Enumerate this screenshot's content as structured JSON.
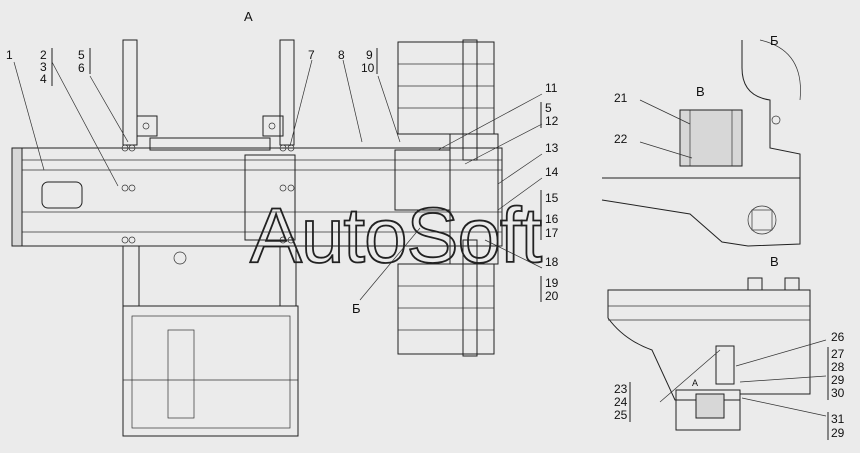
{
  "views": {
    "main": "А",
    "detail_b": "Б",
    "detail_v": "В",
    "detail_v_mark": "В",
    "section_b_mark": "Б",
    "bottom_a_mark": "А"
  },
  "watermark": "AutoSoft",
  "callouts": [
    {
      "id": "c1",
      "text": "1"
    },
    {
      "id": "c2",
      "text": "2"
    },
    {
      "id": "c3",
      "text": "3"
    },
    {
      "id": "c4",
      "text": "4"
    },
    {
      "id": "c5",
      "text": "5"
    },
    {
      "id": "c6",
      "text": "6"
    },
    {
      "id": "c7",
      "text": "7"
    },
    {
      "id": "c8",
      "text": "8"
    },
    {
      "id": "c9",
      "text": "9"
    },
    {
      "id": "c10",
      "text": "10"
    },
    {
      "id": "c11",
      "text": "11"
    },
    {
      "id": "c5b",
      "text": "5"
    },
    {
      "id": "c12",
      "text": "12"
    },
    {
      "id": "c13",
      "text": "13"
    },
    {
      "id": "c14",
      "text": "14"
    },
    {
      "id": "c15",
      "text": "15"
    },
    {
      "id": "c16",
      "text": "16"
    },
    {
      "id": "c17",
      "text": "17"
    },
    {
      "id": "c18",
      "text": "18"
    },
    {
      "id": "c19",
      "text": "19"
    },
    {
      "id": "c20",
      "text": "20"
    },
    {
      "id": "c21",
      "text": "21"
    },
    {
      "id": "c22",
      "text": "22"
    },
    {
      "id": "c26",
      "text": "26"
    },
    {
      "id": "c27",
      "text": "27"
    },
    {
      "id": "c28",
      "text": "28"
    },
    {
      "id": "c29",
      "text": "29"
    },
    {
      "id": "c30",
      "text": "30"
    },
    {
      "id": "c23",
      "text": "23"
    },
    {
      "id": "c24",
      "text": "24"
    },
    {
      "id": "c25",
      "text": "25"
    },
    {
      "id": "c31",
      "text": "31"
    },
    {
      "id": "c29b",
      "text": "29"
    }
  ]
}
